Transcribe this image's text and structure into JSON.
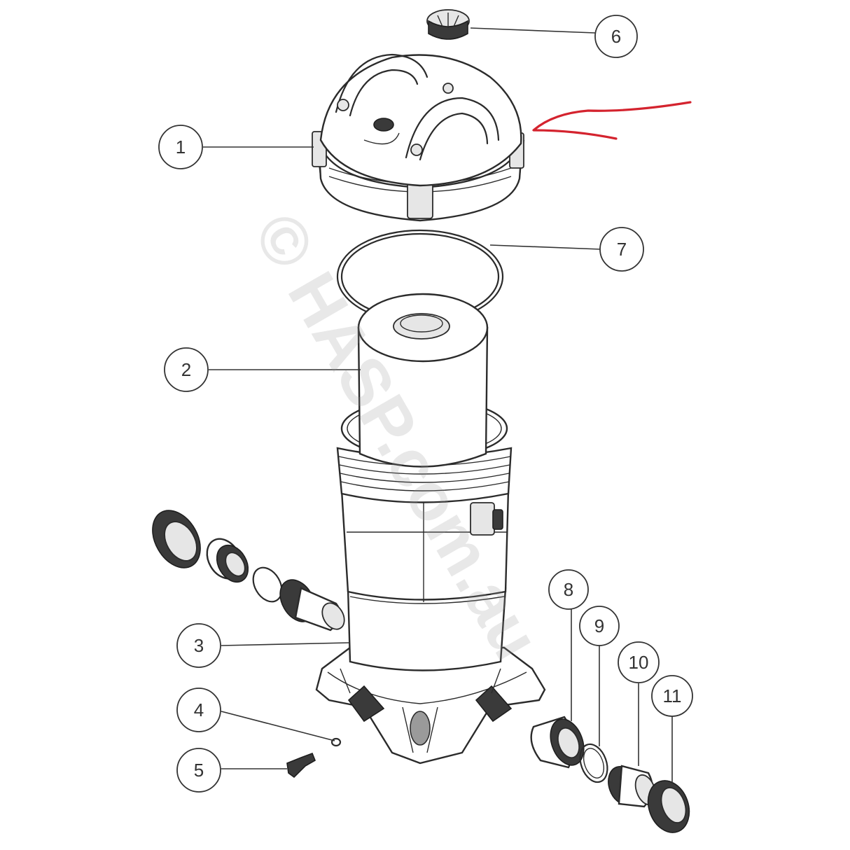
{
  "watermark": "© HASP.com.au",
  "colors": {
    "line": "#2b2b2b",
    "highlight_arrow": "#d4232e",
    "watermark": "#9b9b9b"
  },
  "callouts": [
    {
      "id": "1",
      "label": "1"
    },
    {
      "id": "2",
      "label": "2"
    },
    {
      "id": "3",
      "label": "3"
    },
    {
      "id": "4",
      "label": "4"
    },
    {
      "id": "5",
      "label": "5"
    },
    {
      "id": "6",
      "label": "6"
    },
    {
      "id": "7",
      "label": "7"
    },
    {
      "id": "8",
      "label": "8"
    },
    {
      "id": "9",
      "label": "9"
    },
    {
      "id": "10",
      "label": "10"
    },
    {
      "id": "11",
      "label": "11"
    }
  ]
}
